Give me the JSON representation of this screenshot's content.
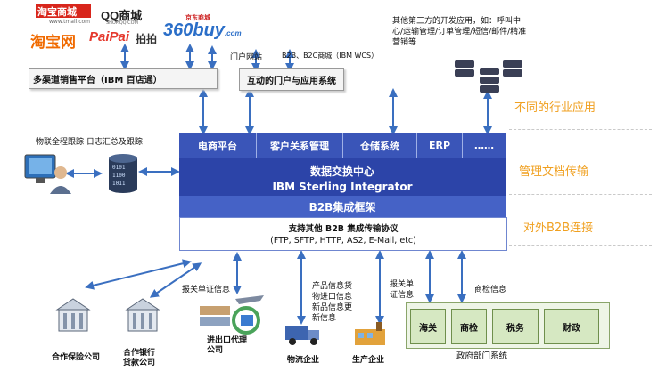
{
  "logos": {
    "taobao_mall": "淘宝商城",
    "tmall_url": "www.tmall.com",
    "qq_mall": "QQ商城",
    "qq_url": "SHOP.QQ.COM",
    "taobao": "淘宝网",
    "paipai": "PaiPai",
    "paipai_cn": "拍拍",
    "buy360": "360buy",
    "buy360_suffix": ".com",
    "jingdong": "京东商城"
  },
  "top": {
    "multichannel": "多渠道销售平台（IBM 百店通）",
    "portal_site": "门户网站",
    "b2b_b2c": "B2B、B2C商城（IBM WCS）",
    "portal_apps": "互动的门户与应用系统",
    "third_party": "其他第三方的开发应用，如：呼叫中心/运输管理/订单管理/短信/邮件/精准营销等"
  },
  "left": {
    "tracking": "物联全程跟踪  日志汇总及跟踪"
  },
  "core": {
    "tabs": [
      "电商平台",
      "客户关系管理",
      "仓储系统",
      "ERP",
      "……"
    ],
    "exchange_cn": "数据交换中心",
    "exchange_en": "IBM Sterling Integrator",
    "framework": "B2B集成框架",
    "protocol_title": "支持其他 B2B 集成传输协议",
    "protocol_list": "(FTP, SFTP, HTTP, AS2, E-Mail, etc)"
  },
  "side_labels": {
    "industry": "不同的行业应用",
    "documents": "管理文档传输",
    "external": "对外B2B连接"
  },
  "bottom": {
    "customs_info_1": "报关单证信息",
    "insurance": "合作保险公司",
    "bank": "合作银行贷款公司",
    "import_export": "进出口代理公司",
    "logistics": "物流企业",
    "product_info": "产品信息货物进口信息新品信息更新信息",
    "producer": "生产企业",
    "customs_info_2": "报关单证信息",
    "inspection_info": "商检信息",
    "gov_items": [
      "海关",
      "商检",
      "税务",
      "财政"
    ],
    "gov_system": "政府部门系统"
  }
}
